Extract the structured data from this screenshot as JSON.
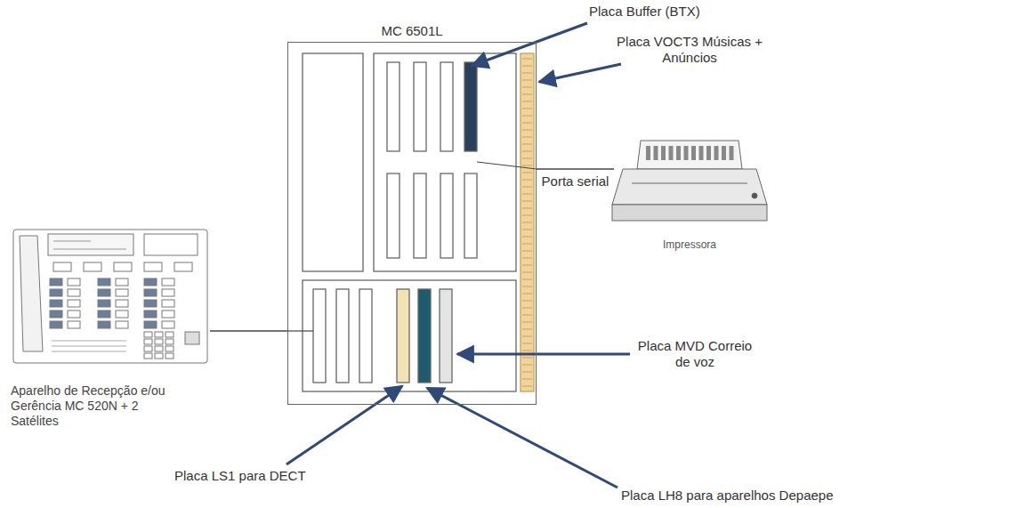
{
  "diagram": {
    "nodes": [
      {
        "text": [
          "MC 6501L"
        ]
      },
      {
        "text": [
          "Impressora"
        ]
      },
      {
        "text": [
          "Aparelho de Recepção e/ou Gerência MC 520N + 2 Satélites"
        ]
      }
    ],
    "edges": [
      {
        "from": 2,
        "to": 0,
        "arrow": "none"
      },
      {
        "from": 0,
        "to": 1,
        "label": "Porta serial",
        "arrow": "none"
      }
    ],
    "labels": [
      "Placa Buffer (BTX)",
      "Placa VOCT3 Músicas + Anúncios",
      "Placa MVD Correio de voz",
      "Placa LS1 para DECT",
      "Placa LH8 para aparelhos Depaepe"
    ]
  }
}
